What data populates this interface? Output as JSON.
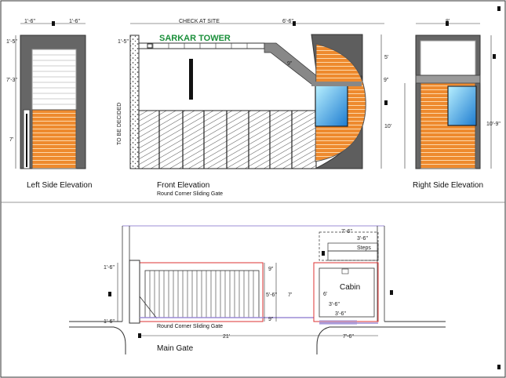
{
  "brand": "SARKAR TOWER",
  "check_note": "CHECK AT SITE",
  "to_be_decided": "TO BE DECIDED",
  "captions": {
    "left": "Left Side Elevation",
    "front": "Front Elevation",
    "front_sub": "Round Corner Sliding Gate",
    "right": "Right Side Elevation",
    "plan": "Main Gate",
    "plan_gate": "Round Corner Sliding Gate",
    "cabin": "Cabin",
    "steps": "Steps"
  },
  "dims": {
    "left_top_a": "1'-6\"",
    "left_top_b": "1'-6\"",
    "left_1": "1'-5\"",
    "left_2": "7'-3\"",
    "left_3": "7'",
    "front_1": "1'-5\"",
    "front_top_right": "6'-6\"",
    "front_diag": "9\"",
    "front_r1": "5'",
    "front_r2": "9\"",
    "front_r3": "10'",
    "right_top": "8'",
    "right_h": "10'-9\"",
    "plan_1": "1'-6\"",
    "plan_2": "1'-6\"",
    "plan_a": "9\"",
    "plan_b": "5'-6\"",
    "plan_c": "7'",
    "plan_d": "9\"",
    "plan_total": "21'",
    "plan_cab_top": "7'-6\"",
    "plan_cab_36": "3'-6\"",
    "plan_cab_6": "6'",
    "plan_cab_36b": "3'-6\"",
    "plan_cab_36c": "3'-6\"",
    "plan_cab_bottom": "7'-6\""
  }
}
